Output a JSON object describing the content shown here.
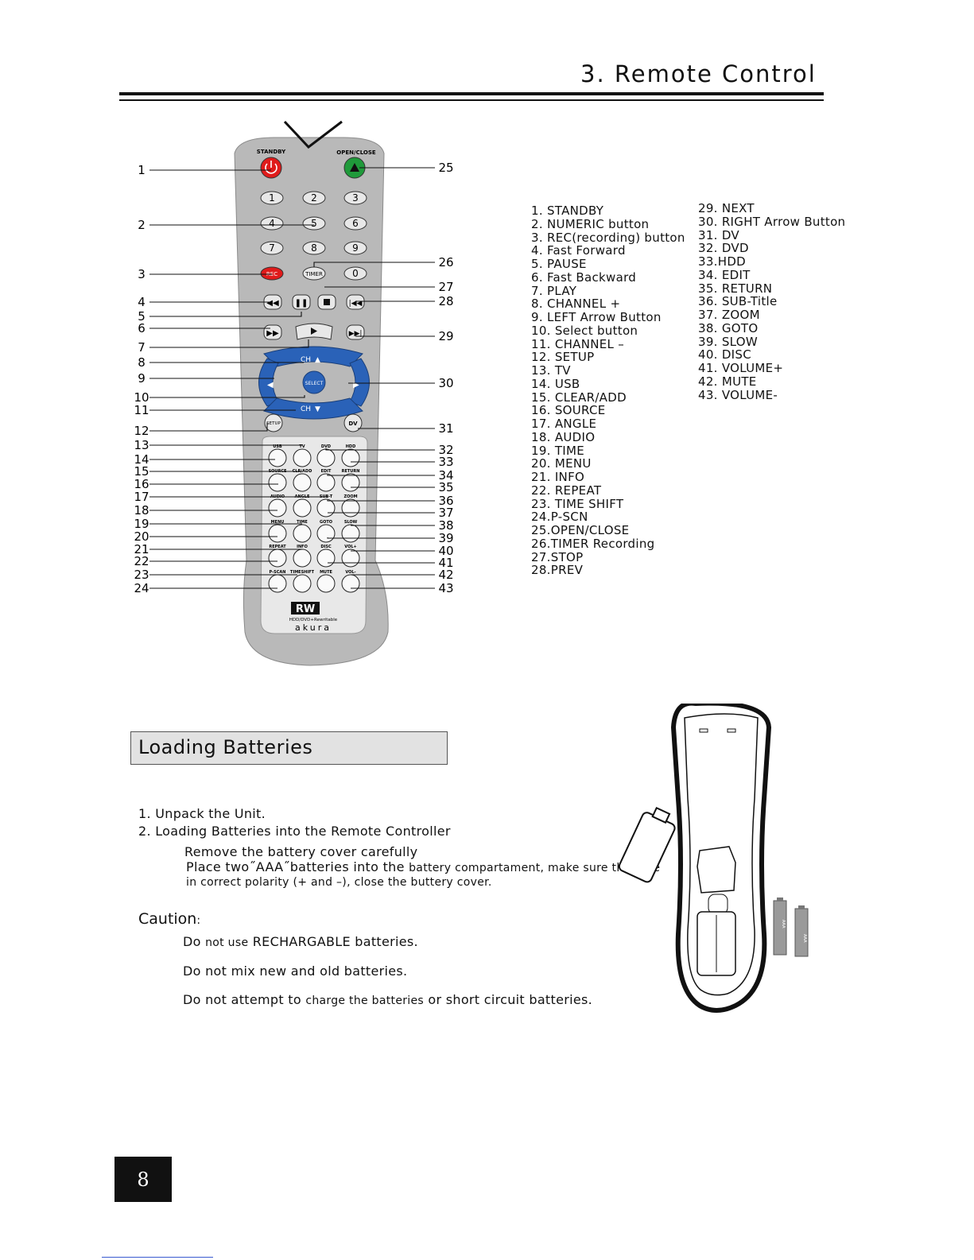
{
  "header": {
    "title": "3.  Remote Control"
  },
  "remote": {
    "top_labels": {
      "standby": "STANDBY",
      "open_close": "OPEN/CLOSE"
    },
    "numeric_keys": [
      "1",
      "2",
      "3",
      "4",
      "5",
      "6",
      "7",
      "8",
      "9"
    ],
    "rec_label": "REC",
    "timer_label": "TIMER",
    "zero_label": "0",
    "ch_label": "CH",
    "select_label": "SELECT",
    "setup_label": "SETUP",
    "dv_label": "DV",
    "grid_labels": [
      [
        "USB",
        "TV",
        "DVD",
        "HDD"
      ],
      [
        "SOURCE",
        "CLR/ADD",
        "EDIT",
        "RETURN"
      ],
      [
        "AUDIO",
        "ANGLE",
        "SUB-T",
        "ZOOM"
      ],
      [
        "MENU",
        "TIME",
        "GOTO",
        "SLOW"
      ],
      [
        "REPEAT",
        "INFO",
        "DISC",
        "VOL+"
      ],
      [
        "P-SCAN",
        "TIMESHIFT",
        "MUTE",
        "VOL-"
      ]
    ],
    "brand": {
      "badge": "RW",
      "tagline": "HDD/DVD+Rewritable",
      "name": "akura"
    },
    "callouts_left": [
      "1",
      "2",
      "3",
      "4",
      "5",
      "6",
      "7",
      "8",
      "9",
      "10",
      "11",
      "12",
      "13",
      "14",
      "15",
      "16",
      "17",
      "18",
      "19",
      "20",
      "21",
      "22",
      "23",
      "24"
    ],
    "callouts_right": [
      "25",
      "26",
      "27",
      "28",
      "29",
      "30",
      "31",
      "32",
      "33",
      "34",
      "35",
      "36",
      "37",
      "38",
      "39",
      "40",
      "41",
      "42",
      "43"
    ]
  },
  "legend_left": [
    "1. STANDBY",
    "2. NUMERIC button",
    "3. REC(recording)  button",
    "4. Fast Forward",
    "5. PAUSE",
    "6. Fast Backward",
    "7. PLAY",
    "8. CHANNEL  +",
    "9. LEFT Arrow Button",
    "10. Select button",
    "11. CHANNEL  –",
    "12. SETUP",
    "13. TV",
    "14. USB",
    "15. CLEAR/ADD",
    "16. SOURCE",
    "17. ANGLE",
    "18. AUDIO",
    "19. TIME",
    "20.  MENU",
    "21. INFO",
    "22. REPEAT",
    "23. TIME SHIFT",
    "24.P-SCN",
    "25.OPEN/CLOSE",
    "26.TIMER Recording",
    "27.STOP",
    "28.PREV"
  ],
  "legend_right": [
    "29. NEXT",
    "30. RIGHT Arrow Button",
    "31. DV",
    "32. DVD",
    "33.HDD",
    "34. EDIT",
    "35. RETURN",
    "36. SUB-Title",
    "37. ZOOM",
    "38. GOTO",
    "39. SLOW",
    "40. DISC",
    "41. VOLUME+",
    "42. MUTE",
    "43. VOLUME-"
  ],
  "batteries": {
    "section_title": "Loading Batteries",
    "step1": "1. Unpack the Unit.",
    "step2": "2. Loading Batteries into the Remote Controller",
    "step2_line1": "Remove  the  battery  cover  carefully",
    "step2_line2a": "Place  two˝AAA˝batteries  into  the",
    "step2_line2b": "battery  compartament, make  sure  they  are",
    "step2_line3": "in  correct  polarity  (+  and  –), close  the  buttery  cover.",
    "caution_title": "Caution",
    "caution_colon": ":",
    "caution_1a": "Do",
    "caution_1b": "not  use",
    "caution_1c": "RECHARGABLE batteries.",
    "caution_2": "Do not mix new and old batteries.",
    "caution_3a": "Do not attempt  to",
    "caution_3b": "charge the  batteries",
    "caution_3c": "or  short  circuit  batteries.",
    "battery_mark": "AAA"
  },
  "footer": {
    "page_number": "8"
  },
  "colors": {
    "remote_body": "#b9b9b9",
    "standby": "#e01b1b",
    "eject": "#1f9a3a",
    "rec": "#e01b1b",
    "nav_blue": "#2a62b8",
    "panel": "#e8e8e8"
  }
}
